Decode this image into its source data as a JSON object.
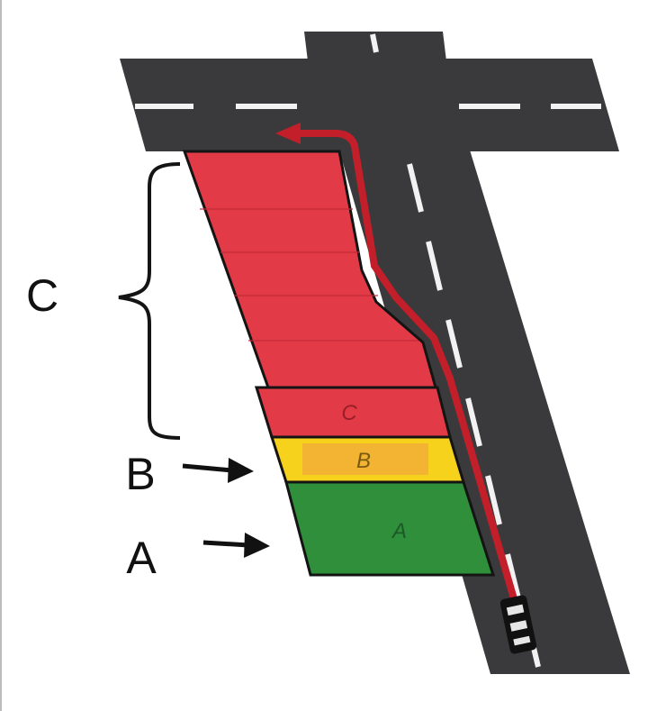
{
  "labels": {
    "callout_c": "C",
    "callout_b": "B",
    "callout_a": "A",
    "zone_c": "C",
    "zone_b": "B",
    "zone_a": "A"
  },
  "zones": [
    {
      "id": "A",
      "color": "#2f8f3a"
    },
    {
      "id": "B",
      "color": "#f6d21c"
    },
    {
      "id": "C",
      "color": "#e23a47"
    }
  ],
  "colors": {
    "road": "#3a3a3c",
    "lane_marking": "#f2f2f2",
    "path": "#c21f2a",
    "outline": "#141414",
    "zone_b_inner": "#f0a93a",
    "zone_a_text": "#1d5a26",
    "zone_b_text": "#7a5a10",
    "zone_c_text": "#9a1e28"
  },
  "icons": [
    "car-icon",
    "arrow-right-icon",
    "curly-brace-icon"
  ]
}
